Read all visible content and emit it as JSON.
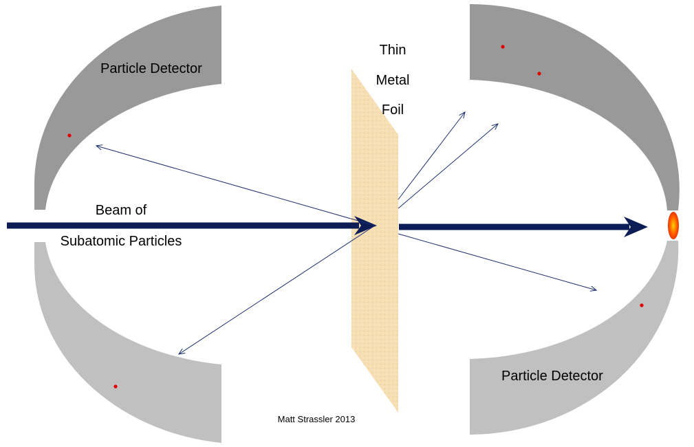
{
  "labels": {
    "detector_top_left": "Particle Detector",
    "detector_bottom_right": "Particle Detector",
    "foil_line1": "Thin",
    "foil_line2": "Metal",
    "foil_line3": "Foil",
    "beam_line1": "Beam of",
    "beam_line2": "Subatomic Particles",
    "credit": "Matt Strassler 2013"
  },
  "colors": {
    "detector_dark": "#999999",
    "detector_light": "#c0c0c0",
    "foil": "#f5deb3",
    "beam": "#0b1d54",
    "hit_dot": "#e00000",
    "impact": "#ff4a00"
  },
  "icons": {
    "beam_arrow": "arrow-right-icon",
    "impact_spot": "flame-spot-icon"
  }
}
